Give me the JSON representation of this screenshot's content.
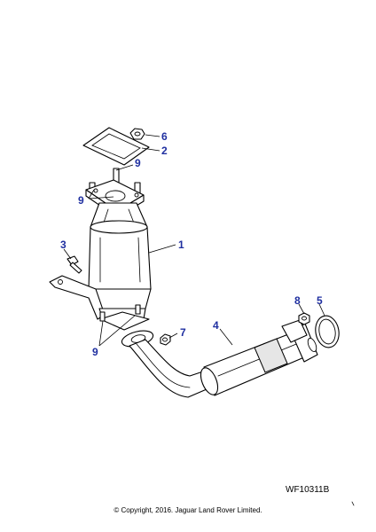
{
  "colors": {
    "callout": "#1f2fa0",
    "line": "#000000",
    "background": "#ffffff"
  },
  "callouts": {
    "c1": "1",
    "c2": "2",
    "c3": "3",
    "c4": "4",
    "c5": "5",
    "c6": "6",
    "c7": "7",
    "c8": "8",
    "c9a": "9",
    "c9b": "9",
    "c9c": "9"
  },
  "diagram_ref": "WF10311B",
  "copyright": "© Copyright, 2016. Jaguar Land Rover Limited."
}
